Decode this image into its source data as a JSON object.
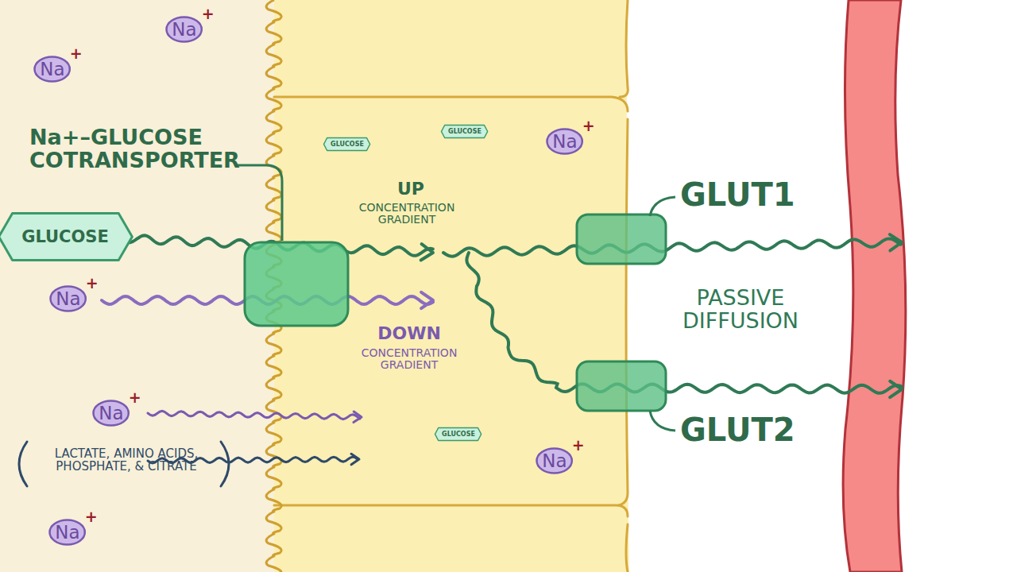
{
  "diagram": {
    "nodes": [
      {
        "text": [
          "Na",
          "+"
        ]
      },
      {
        "text": [
          "Na",
          "+"
        ]
      },
      {
        "text": [
          "GLUCOSE"
        ]
      },
      {
        "text": [
          "Na",
          "+"
        ]
      },
      {
        "text": [
          "GLUCOSE"
        ]
      },
      {
        "text": [
          "GLUCOSE"
        ]
      },
      {
        "text": [
          "Na",
          "+"
        ]
      },
      {
        "text": [
          "Na",
          "+"
        ]
      },
      {
        "text": [
          "GLUCOSE"
        ]
      },
      {
        "text": [
          "Na",
          "+"
        ]
      },
      {
        "text": [
          "Na",
          "+"
        ]
      }
    ],
    "labels": [
      "Na+–GLUCOSE COTRANSPORTER",
      "UP",
      "CONCENTRATION GRADIENT",
      "GLUT1",
      "DOWN",
      "CONCENTRATION GRADIENT",
      "PASSIVE DIFFUSION",
      "GLUT2",
      "LACTATE, AMINO ACIDS, PHOSPHATE, & CITRATE"
    ]
  }
}
